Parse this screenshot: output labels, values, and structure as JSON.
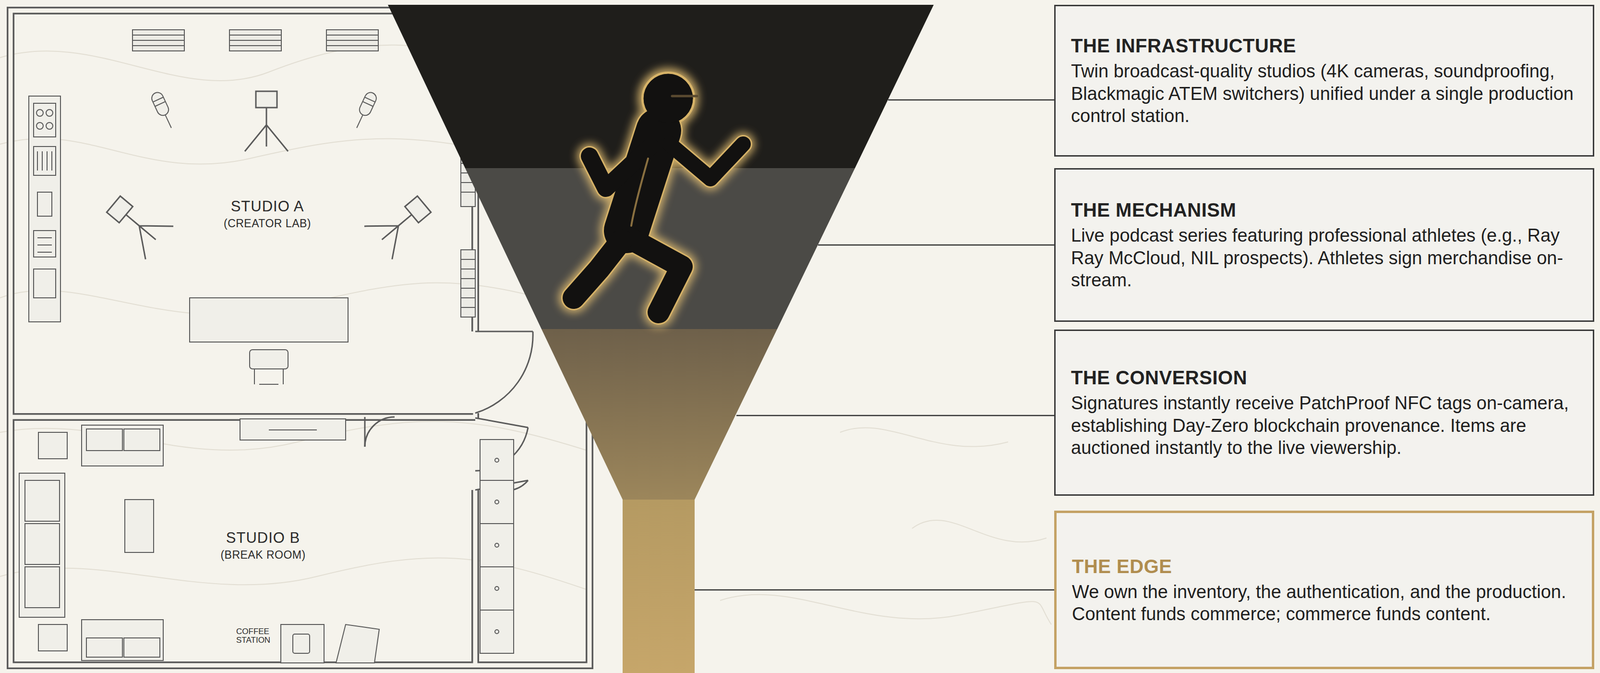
{
  "diagram": {
    "nodes": [
      {
        "text": [
          "STUDIO A",
          "(CREATOR LAB)"
        ]
      },
      {
        "text": [
          "STUDIO B",
          "(BREAK ROOM)"
        ]
      },
      {
        "text": [
          "THE INFRASTRUCTURE",
          "Twin broadcast-quality studios (4K cameras, soundproofing, Blackmagic ATEM switchers) unified under a single production control station."
        ]
      },
      {
        "text": [
          "THE MECHANISM",
          "Live podcast series featuring professional athletes (e.g., Ray Ray McCloud, NIL prospects). Athletes sign merchandise on-stream."
        ]
      },
      {
        "text": [
          "THE CONVERSION",
          "Signatures instantly receive PatchProof NFC tags on-camera, establishing Day-Zero blockchain provenance. Items are auctioned instantly to the live viewership."
        ]
      },
      {
        "text": [
          "THE EDGE",
          "We own the inventory, the authentication, and the production. Content funds commerce; commerce funds content."
        ]
      }
    ],
    "labels": [
      "COFFEE STATION"
    ]
  }
}
